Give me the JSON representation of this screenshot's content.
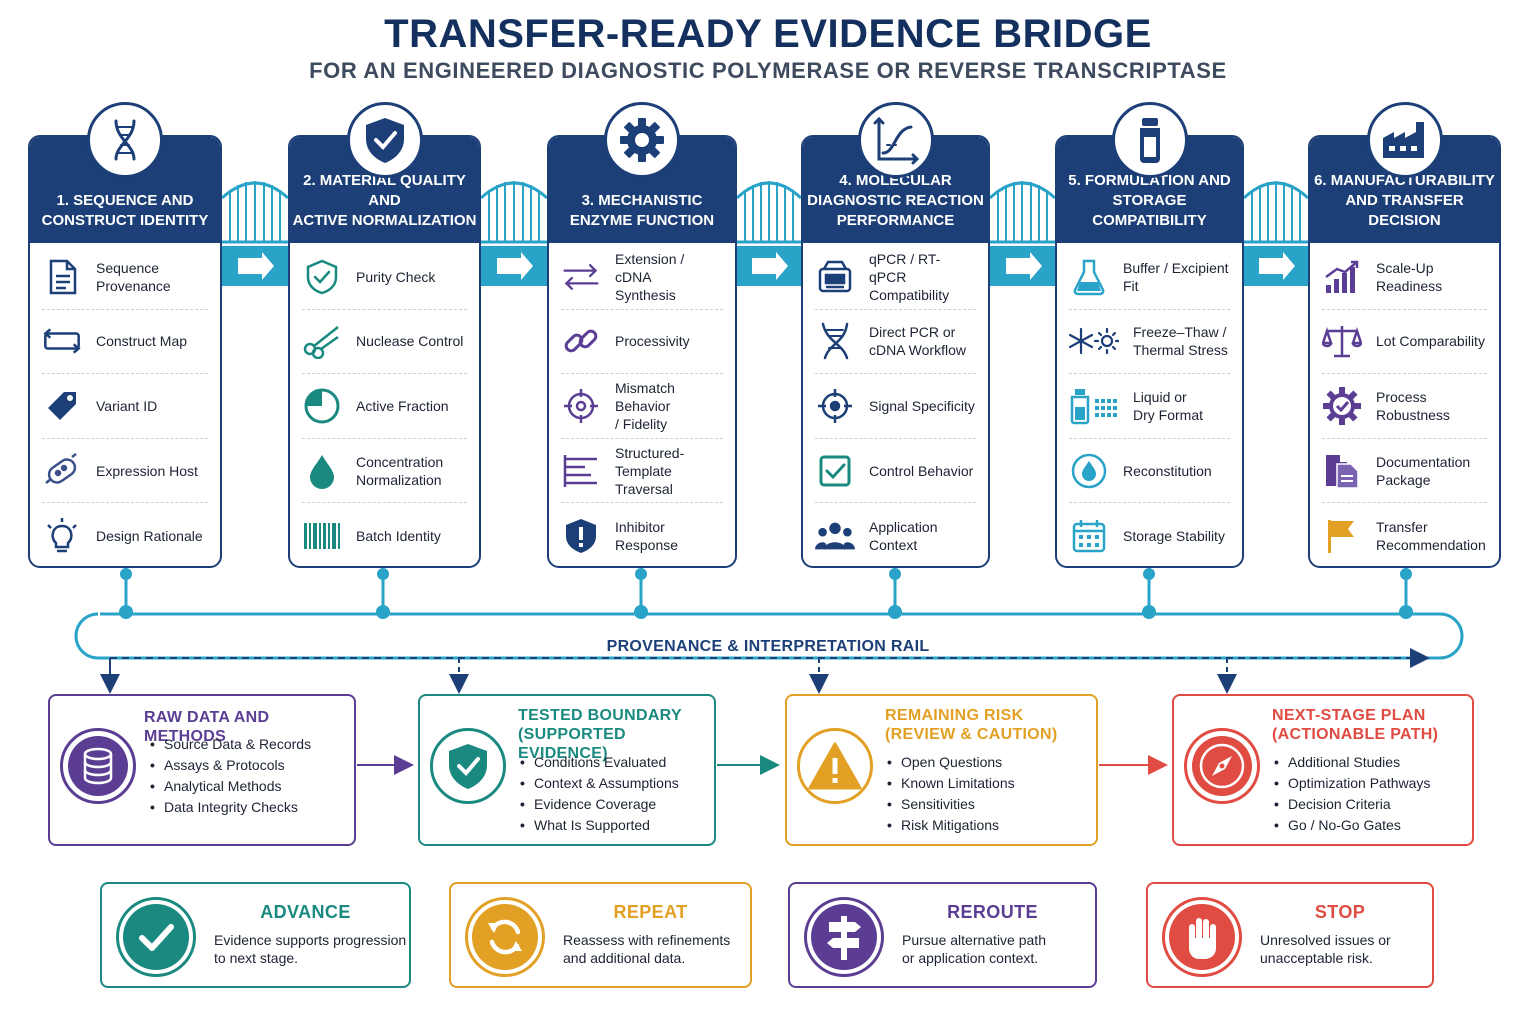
{
  "header": {
    "title": "TRANSFER-READY EVIDENCE BRIDGE",
    "subtitle": "FOR AN ENGINEERED DIAGNOSTIC POLYMERASE OR REVERSE TRANSCRIPTASE"
  },
  "colors": {
    "navy": "#1c3f78",
    "teal": "#2aa3c8",
    "purple": "#5b3e94",
    "green": "#1a8a80",
    "orange": "#e2a024",
    "red": "#e04b42"
  },
  "stages": [
    {
      "title": "1. SEQUENCE AND\nCONSTRUCT IDENTITY",
      "icon": "dna-icon",
      "items": [
        {
          "label": "Sequence\nProvenance",
          "icon": "document-icon"
        },
        {
          "label": "Construct Map",
          "icon": "construct-map-icon"
        },
        {
          "label": "Variant ID",
          "icon": "tag-icon"
        },
        {
          "label": "Expression Host",
          "icon": "bacterium-icon"
        },
        {
          "label": "Design Rationale",
          "icon": "lightbulb-icon"
        }
      ]
    },
    {
      "title": "2. MATERIAL QUALITY AND\nACTIVE NORMALIZATION",
      "icon": "shield-check-icon",
      "items": [
        {
          "label": "Purity Check",
          "icon": "shield-check-icon"
        },
        {
          "label": "Nuclease Control",
          "icon": "scissors-icon"
        },
        {
          "label": "Active Fraction",
          "icon": "pie-chart-icon"
        },
        {
          "label": "Concentration\nNormalization",
          "icon": "droplet-icon"
        },
        {
          "label": "Batch Identity",
          "icon": "barcode-icon"
        }
      ]
    },
    {
      "title": "3. MECHANISTIC\nENZYME FUNCTION",
      "icon": "gear-icon",
      "items": [
        {
          "label": "Extension / cDNA\nSynthesis",
          "icon": "arrows-icon"
        },
        {
          "label": "Processivity",
          "icon": "link-icon"
        },
        {
          "label": "Mismatch Behavior\n/ Fidelity",
          "icon": "crosshair-icon"
        },
        {
          "label": "Structured-Template\nTraversal",
          "icon": "structure-icon"
        },
        {
          "label": "Inhibitor Response",
          "icon": "shield-alert-icon"
        }
      ]
    },
    {
      "title": "4. MOLECULAR\nDIAGNOSTIC REACTION\nPERFORMANCE",
      "icon": "curve-chart-icon",
      "items": [
        {
          "label": "qPCR / RT-qPCR\nCompatibility",
          "icon": "qpcr-instrument-icon"
        },
        {
          "label": "Direct PCR or\ncDNA Workflow",
          "icon": "dna-icon"
        },
        {
          "label": "Signal Specificity",
          "icon": "target-icon"
        },
        {
          "label": "Control Behavior",
          "icon": "checkbox-icon"
        },
        {
          "label": "Application\nContext",
          "icon": "users-icon"
        }
      ]
    },
    {
      "title": "5. FORMULATION AND\nSTORAGE COMPATIBILITY",
      "icon": "vial-icon",
      "items": [
        {
          "label": "Buffer / Excipient Fit",
          "icon": "flask-icon"
        },
        {
          "label": "Freeze–Thaw /\nThermal Stress",
          "icon": "snowflake-sun-icon"
        },
        {
          "label": "Liquid or\nDry Format",
          "icon": "bottle-grid-icon"
        },
        {
          "label": "Reconstitution",
          "icon": "water-drop-icon"
        },
        {
          "label": "Storage Stability",
          "icon": "calendar-icon"
        }
      ]
    },
    {
      "title": "6. MANUFACTURABILITY\nAND TRANSFER DECISION",
      "icon": "factory-icon",
      "items": [
        {
          "label": "Scale-Up Readiness",
          "icon": "growth-chart-icon"
        },
        {
          "label": "Lot Comparability",
          "icon": "scale-icon"
        },
        {
          "label": "Process Robustness",
          "icon": "gear-check-icon"
        },
        {
          "label": "Documentation\nPackage",
          "icon": "documents-icon"
        },
        {
          "label": "Transfer\nRecommendation",
          "icon": "flag-icon"
        }
      ]
    }
  ],
  "rail": {
    "label": "PROVENANCE & INTERPRETATION RAIL"
  },
  "evidence": [
    {
      "title": "RAW DATA AND METHODS",
      "color": "#5b3e94",
      "icon": "database-icon",
      "items": [
        "Source Data & Records",
        "Assays & Protocols",
        "Analytical Methods",
        "Data Integrity Checks"
      ]
    },
    {
      "title": "TESTED BOUNDARY\n(SUPPORTED EVIDENCE)",
      "color": "#1a8a80",
      "icon": "shield-check-icon",
      "items": [
        "Conditions Evaluated",
        "Context & Assumptions",
        "Evidence Coverage",
        "What Is Supported"
      ]
    },
    {
      "title": "REMAINING RISK\n(REVIEW & CAUTION)",
      "color": "#e2a024",
      "icon": "warning-icon",
      "items": [
        "Open Questions",
        "Known Limitations",
        "Sensitivities",
        "Risk Mitigations"
      ]
    },
    {
      "title": "NEXT-STAGE PLAN\n(ACTIONABLE PATH)",
      "color": "#e04b42",
      "icon": "compass-icon",
      "items": [
        "Additional Studies",
        "Optimization Pathways",
        "Decision Criteria",
        "Go / No-Go Gates"
      ]
    }
  ],
  "decisions": [
    {
      "title": "ADVANCE",
      "desc": "Evidence supports progression\nto next stage.",
      "color": "#1a8a80",
      "icon": "check-icon"
    },
    {
      "title": "REPEAT",
      "desc": "Reassess with refinements\nand additional data.",
      "color": "#e2a024",
      "icon": "refresh-icon"
    },
    {
      "title": "REROUTE",
      "desc": "Pursue alternative path\nor application context.",
      "color": "#5b3e94",
      "icon": "signpost-icon"
    },
    {
      "title": "STOP",
      "desc": "Unresolved issues or\nunacceptable risk.",
      "color": "#e04b42",
      "icon": "stop-hand-icon"
    }
  ]
}
